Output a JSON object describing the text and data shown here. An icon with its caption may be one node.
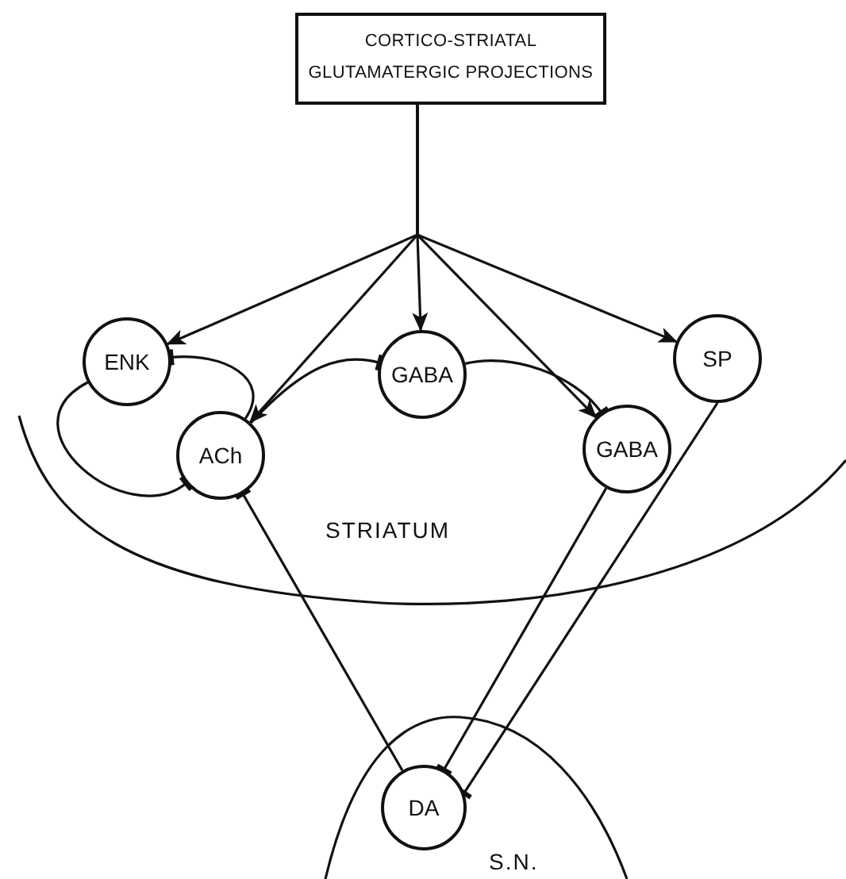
{
  "diagram": {
    "nodes": [
      {
        "text": [
          "CORTICO-STRIATAL GLUTAMATERGIC PROJECTIONS"
        ]
      },
      {
        "text": [
          "ENK"
        ]
      },
      {
        "text": [
          "ACh"
        ]
      },
      {
        "text": [
          "GABA"
        ]
      },
      {
        "text": [
          "GABA"
        ]
      },
      {
        "text": [
          "SP"
        ]
      },
      {
        "text": [
          "DA"
        ]
      }
    ],
    "edges": [
      {
        "from": 0,
        "to": 1,
        "arrow": "to"
      },
      {
        "from": 0,
        "to": 2,
        "arrow": "to"
      },
      {
        "from": 0,
        "to": 3,
        "arrow": "to"
      },
      {
        "from": 0,
        "to": 4,
        "arrow": "to"
      },
      {
        "from": 0,
        "to": 5,
        "arrow": "to"
      },
      {
        "from": 2,
        "to": 1,
        "arrow": "other"
      },
      {
        "from": 2,
        "to": 3,
        "arrow": "other"
      },
      {
        "from": 3,
        "to": 4,
        "arrow": "other"
      },
      {
        "from": 1,
        "to": 2,
        "arrow": "other"
      },
      {
        "from": 6,
        "to": 2,
        "arrow": "other"
      },
      {
        "from": 4,
        "to": 6,
        "arrow": "other"
      },
      {
        "from": 5,
        "to": 6,
        "arrow": "other"
      }
    ],
    "labels": [
      "STRIATUM",
      "S.N."
    ]
  }
}
